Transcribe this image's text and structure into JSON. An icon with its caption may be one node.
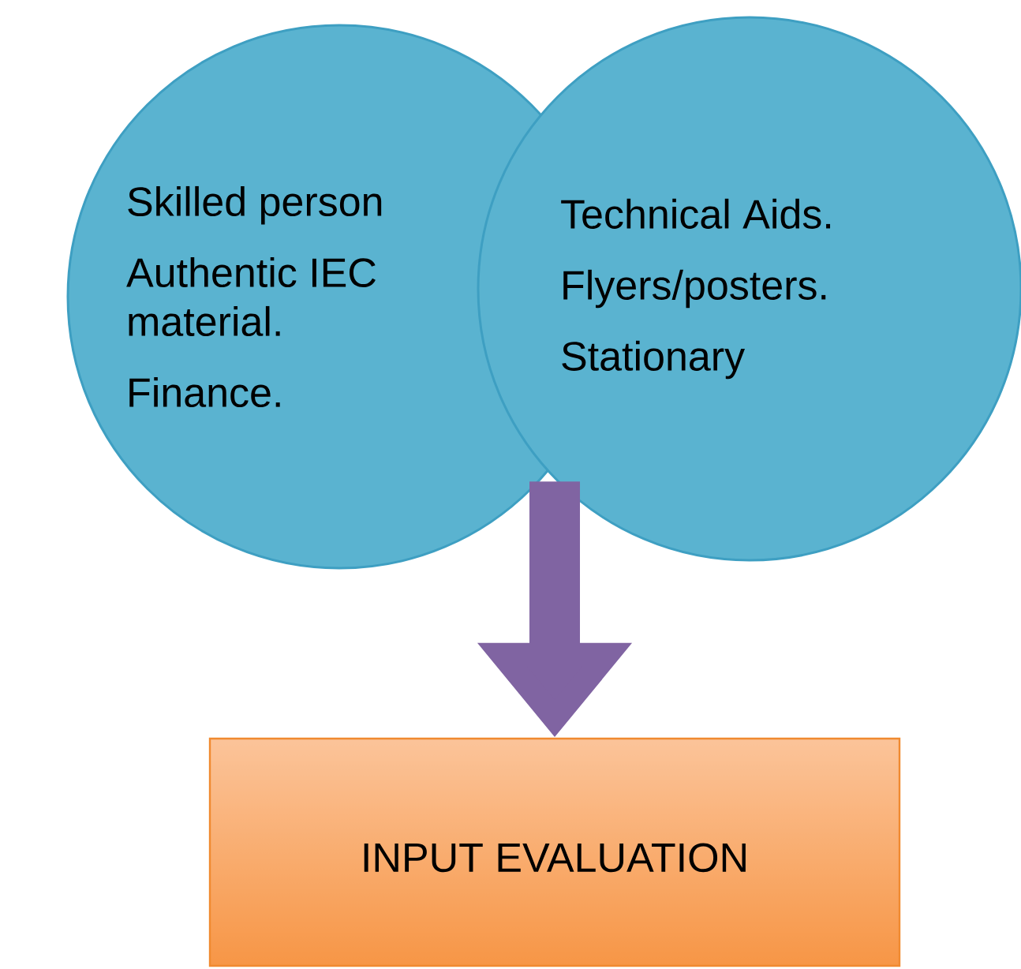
{
  "diagram": {
    "nodes": [
      {
        "text": [
          "Skilled person",
          "Authentic IEC material.",
          "Finance."
        ]
      },
      {
        "text": [
          "Technical Aids.",
          "Flyers/posters.",
          "Stationary"
        ]
      },
      {
        "text": [
          "INPUT EVALUATION"
        ]
      }
    ],
    "edges": [
      {
        "from": 1,
        "to": 2,
        "arrow": "to"
      }
    ]
  }
}
